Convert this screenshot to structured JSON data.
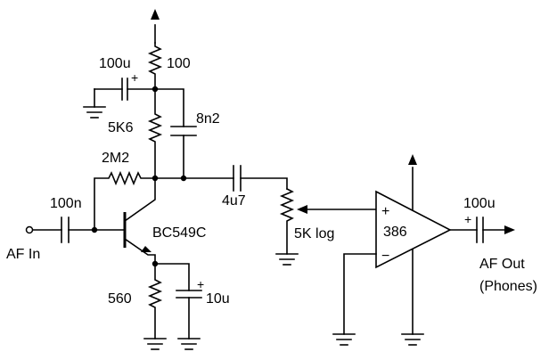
{
  "schematic": {
    "components": {
      "r_top": "100",
      "c_decouple": "100u",
      "r_collector": "5K6",
      "c_feedback": "8n2",
      "r_bias": "2M2",
      "c_input": "100n",
      "transistor": "BC549C",
      "c_coupling": "4u7",
      "pot": "5K log",
      "amp": "386",
      "c_output": "100u",
      "r_emitter": "560",
      "c_emitter": "10u"
    },
    "ports": {
      "input": "AF In",
      "output_line1": "AF Out",
      "output_line2": "(Phones)"
    },
    "symbols": {
      "plus": "+",
      "minus": "−"
    }
  }
}
